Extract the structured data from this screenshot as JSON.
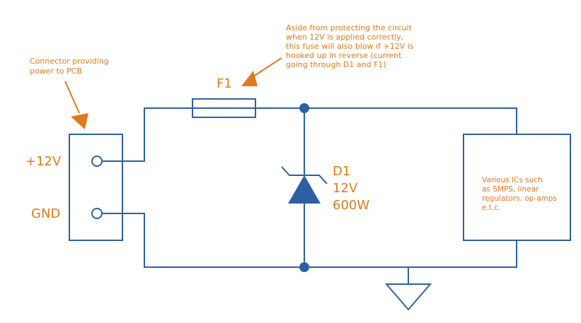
{
  "colors": {
    "wire": "#2e5fa6",
    "label": "#e07a1a"
  },
  "connector": {
    "note_lines": [
      "Connector providing",
      "power to PCB"
    ],
    "pin1_label": "+12V",
    "pin2_label": "GND"
  },
  "fuse": {
    "label": "F1",
    "note_lines": [
      "Aside from protecting the circuit",
      "when 12V is applied correctly,",
      "this fuse will also blow if +12V is",
      "hooked up in reverse (current",
      "going through D1 and F1)"
    ]
  },
  "diode": {
    "label_lines": [
      "D1",
      "12V",
      "600W"
    ]
  },
  "load": {
    "label_lines": [
      "Various ICs such",
      "as SMPS, linear",
      "regulators, op-amps",
      "e.t.c."
    ]
  },
  "icons": {
    "ground": "ground-icon",
    "zener": "zener-diode-icon",
    "fuse": "fuse-icon"
  }
}
